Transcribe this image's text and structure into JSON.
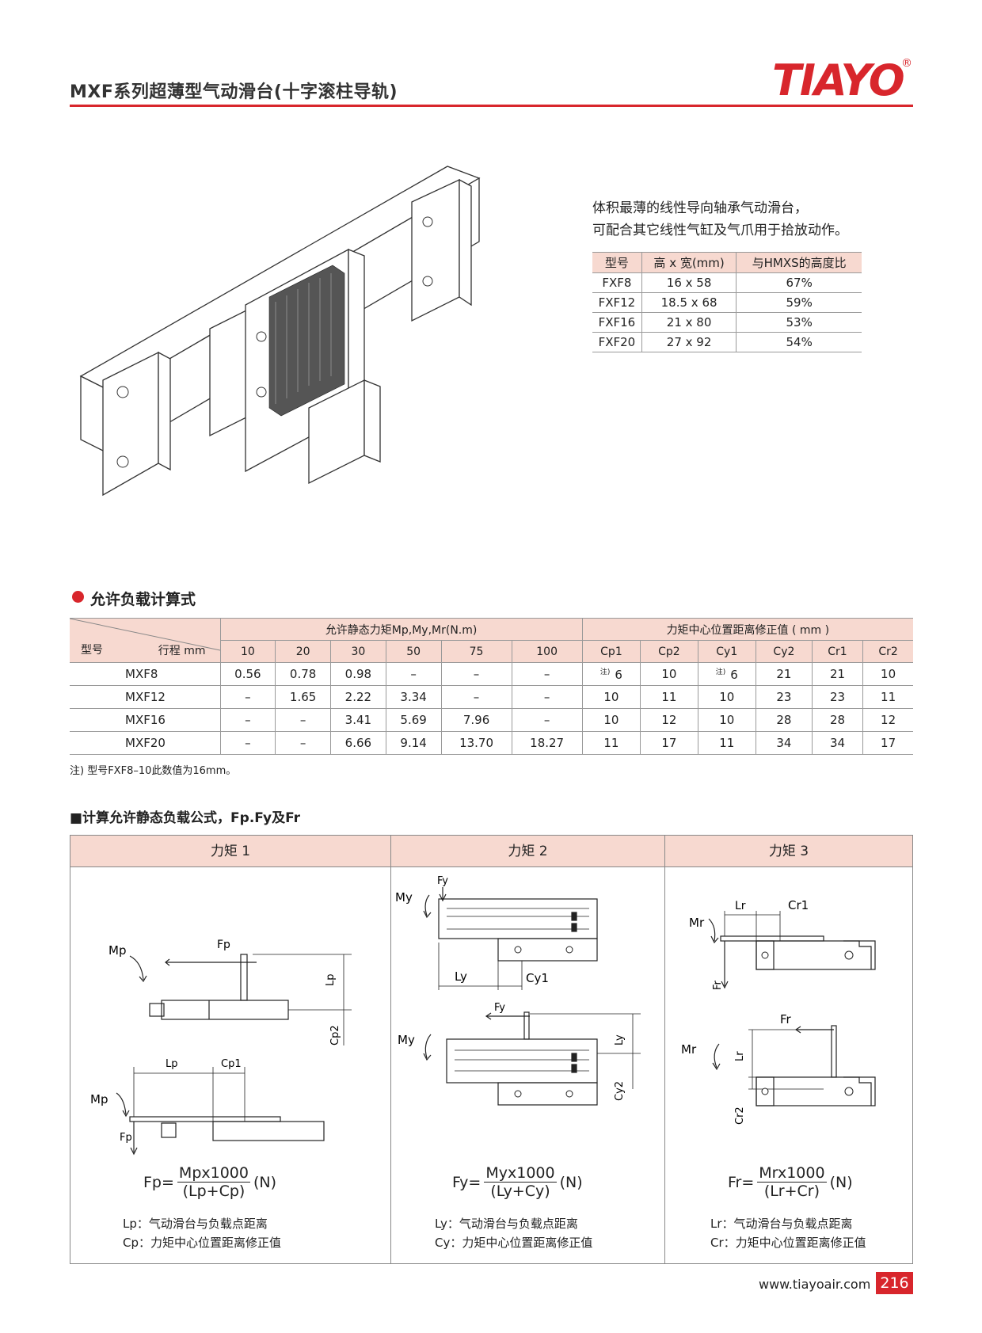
{
  "header": {
    "title": "MXF系列超薄型气动滑台(十字滚柱导轨)",
    "logo": "TIAYO",
    "logo_reg": "®"
  },
  "intro": {
    "line1": "体积最薄的线性导向轴承气动滑台，",
    "line2": "可配合其它线性气缸及气爪用于拾放动作。"
  },
  "spec_table": {
    "headers": [
      "型号",
      "高 x 宽(mm)",
      "与HMXS的高度比"
    ],
    "rows": [
      [
        "FXF8",
        "16 x 58",
        "67%"
      ],
      [
        "FXF12",
        "18.5 x 68",
        "59%"
      ],
      [
        "FXF16",
        "21 x 80",
        "53%"
      ],
      [
        "FXF20",
        "27 x 92",
        "54%"
      ]
    ]
  },
  "load_section": {
    "title": "允许负载计算式",
    "corner_model": "型号",
    "corner_stroke": "行程 mm",
    "group1": "允许静态力矩Mp,My,Mr(N.m)",
    "group2": "力矩中心位置距离修正值 ( mm )",
    "strokes": [
      "10",
      "20",
      "30",
      "50",
      "75",
      "100"
    ],
    "corrections": [
      "Cp1",
      "Cp2",
      "Cy1",
      "Cy2",
      "Cr1",
      "Cr2"
    ],
    "note_mark": "注)",
    "rows": [
      {
        "model": "MXF8",
        "m": [
          "0.56",
          "0.78",
          "0.98",
          "–",
          "–",
          "–"
        ],
        "c": [
          "6",
          "10",
          "6",
          "21",
          "21",
          "10"
        ]
      },
      {
        "model": "MXF12",
        "m": [
          "–",
          "1.65",
          "2.22",
          "3.34",
          "–",
          "–"
        ],
        "c": [
          "10",
          "11",
          "10",
          "23",
          "23",
          "11"
        ]
      },
      {
        "model": "MXF16",
        "m": [
          "–",
          "–",
          "3.41",
          "5.69",
          "7.96",
          "–"
        ],
        "c": [
          "10",
          "12",
          "10",
          "28",
          "28",
          "12"
        ]
      },
      {
        "model": "MXF20",
        "m": [
          "–",
          "–",
          "6.66",
          "9.14",
          "13.70",
          "18.27"
        ],
        "c": [
          "11",
          "17",
          "11",
          "34",
          "34",
          "17"
        ]
      }
    ],
    "footnote": "注) 型号FXF8–10此数值为16mm。"
  },
  "formula_section": {
    "title": "■计算允许静态负载公式，Fp.Fy及Fr",
    "columns": [
      {
        "header": "力矩 1",
        "lhs": "Fp=",
        "num": "Mpx1000",
        "den": "(Lp+Cp)",
        "unit": "(N)",
        "legend1": "Lp：气动滑台与负载点距离",
        "legend2": "Cp：力矩中心位置距离修正值",
        "labels": {
          "fp": "Fp",
          "mp": "Mp",
          "lp": "Lp",
          "cp2": "Cp2",
          "cp1": "Cp1"
        }
      },
      {
        "header": "力矩 2",
        "lhs": "Fy=",
        "num": "Myx1000",
        "den": "(Ly+Cy)",
        "unit": "(N)",
        "legend1": "Ly：气动滑台与负载点距离",
        "legend2": "Cy：力矩中心位置距离修正值",
        "labels": {
          "fy": "Fy",
          "my": "My",
          "ly": "Ly",
          "cy1": "Cy1",
          "cy2": "Cy2"
        }
      },
      {
        "header": "力矩 3",
        "lhs": "Fr=",
        "num": "Mrx1000",
        "den": "(Lr+Cr)",
        "unit": "(N)",
        "legend1": "Lr：气动滑台与负载点距离",
        "legend2": "Cr：力矩中心位置距离修正值",
        "labels": {
          "fr": "Fr",
          "mr": "Mr",
          "lr": "Lr",
          "cr1": "Cr1",
          "cr2": "Cr2"
        }
      }
    ]
  },
  "footer": {
    "website": "www.tiayoair.com",
    "page": "216"
  },
  "colors": {
    "brand_red": "#d8262c",
    "header_fill": "#f7d9d0"
  }
}
